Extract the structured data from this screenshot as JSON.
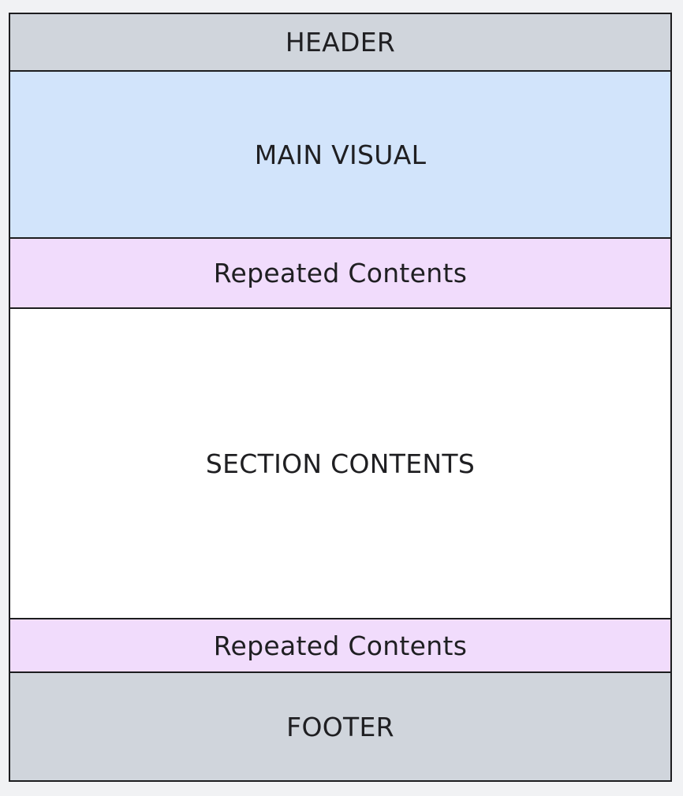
{
  "blocks": [
    {
      "id": "header",
      "label": "HEADER",
      "color": "#d0d5dc"
    },
    {
      "id": "main-visual",
      "label": "MAIN VISUAL",
      "color": "#d2e4fb"
    },
    {
      "id": "repeated-top",
      "label": "Repeated Contents",
      "color": "#f1dcfc"
    },
    {
      "id": "section",
      "label": "SECTION CONTENTS",
      "color": "#ffffff"
    },
    {
      "id": "repeated-bottom",
      "label": "Repeated Contents",
      "color": "#f1dcfc"
    },
    {
      "id": "footer",
      "label": "FOOTER",
      "color": "#d0d5dc"
    }
  ]
}
